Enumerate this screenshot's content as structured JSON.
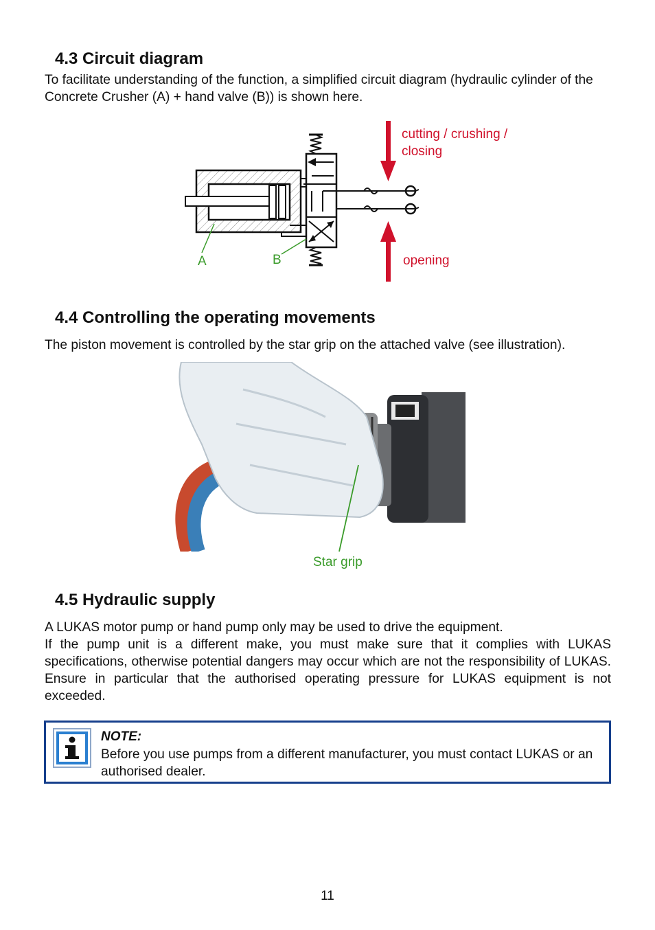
{
  "section_43": {
    "heading": "4.3  Circuit diagram",
    "intro": "To facilitate understanding of the function, a simplified circuit diagram (hydraulic cylinder of the Concrete Crusher (A) + hand valve (B)) is shown here."
  },
  "diagram": {
    "label_a": "A",
    "label_b": "B",
    "label_close": "cutting / crushing / closing",
    "label_open": "opening",
    "arrow_color": "#d0112b",
    "accent_green": "#3a9b2a"
  },
  "section_44": {
    "heading": "4.4  Controlling the operating movements",
    "intro": "The piston movement is controlled by the star grip on the attached valve (see illustration).",
    "photo_label": "Star grip"
  },
  "section_45": {
    "heading": "4.5  Hydraulic supply",
    "para1": "A LUKAS motor pump or hand pump only may be used to drive the equipment.",
    "para2": "If the pump unit is a different make, you must make sure that it complies with LUKAS specifications, otherwise potential dangers may occur which are not the responsibility of LUKAS. Ensure in particular that the authorised operating pressure for LUKAS equipment is not exceeded."
  },
  "note": {
    "title": "NOTE:",
    "text": "Before you use pumps from a different manufacturer, you must contact LUKAS or an authorised dealer.",
    "icon": "info-icon",
    "border_color": "#163f8c"
  },
  "page_number": "11"
}
